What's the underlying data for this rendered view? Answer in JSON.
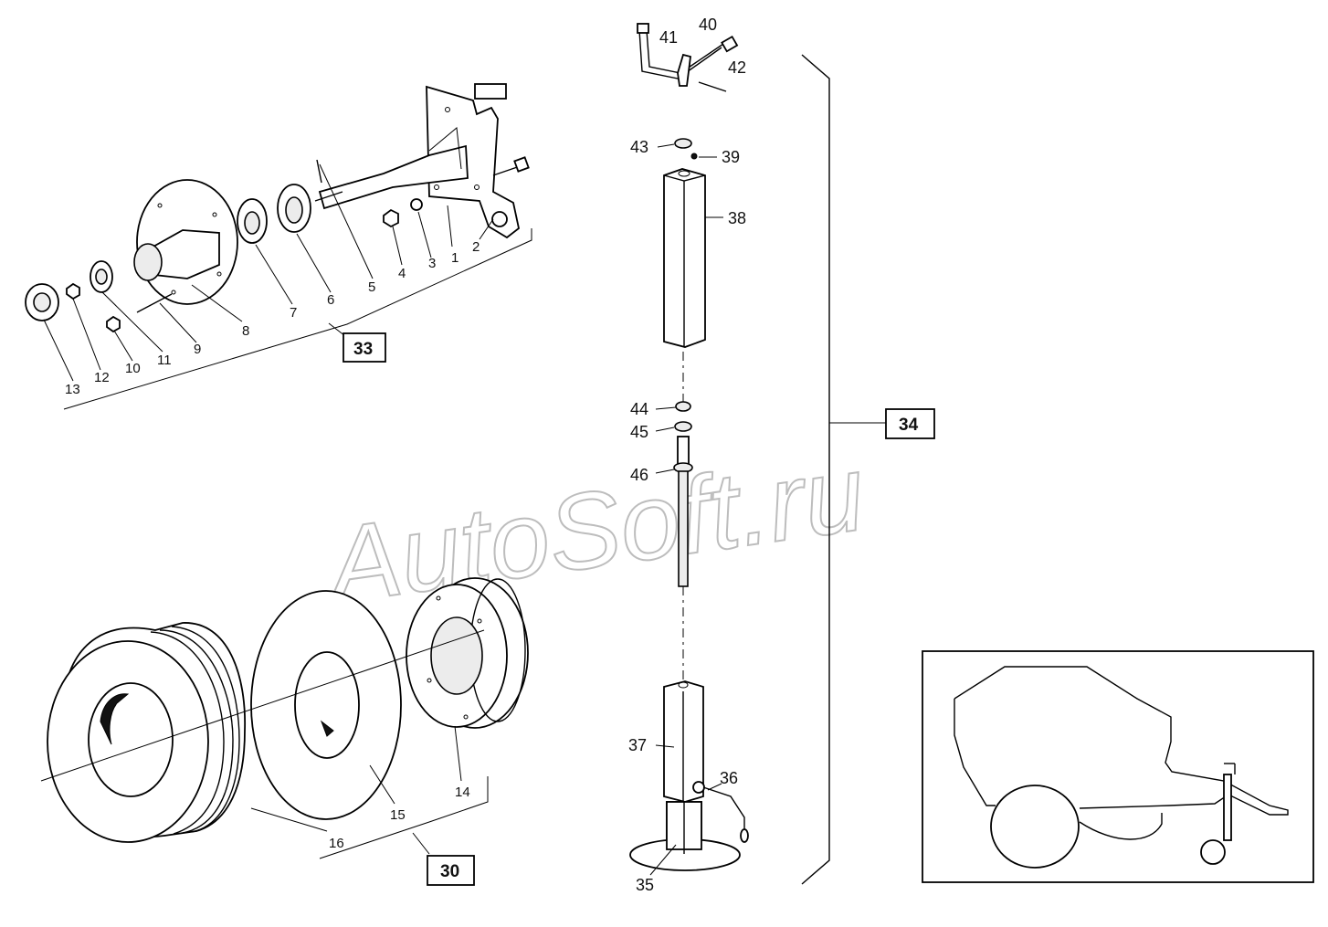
{
  "watermark": "AutoSoft.ru",
  "groups": [
    {
      "id": "33",
      "label": "33"
    },
    {
      "id": "34",
      "label": "34"
    },
    {
      "id": "30",
      "label": "30"
    }
  ],
  "parts": [
    {
      "n": "1",
      "label": "1"
    },
    {
      "n": "2",
      "label": "2"
    },
    {
      "n": "3",
      "label": "3"
    },
    {
      "n": "4",
      "label": "4"
    },
    {
      "n": "5",
      "label": "5"
    },
    {
      "n": "6",
      "label": "6"
    },
    {
      "n": "7",
      "label": "7"
    },
    {
      "n": "8",
      "label": "8"
    },
    {
      "n": "9",
      "label": "9"
    },
    {
      "n": "10",
      "label": "10"
    },
    {
      "n": "11",
      "label": "11"
    },
    {
      "n": "12",
      "label": "12"
    },
    {
      "n": "13",
      "label": "13"
    },
    {
      "n": "14",
      "label": "14"
    },
    {
      "n": "15",
      "label": "15"
    },
    {
      "n": "16",
      "label": "16"
    },
    {
      "n": "35",
      "label": "35"
    },
    {
      "n": "36",
      "label": "36"
    },
    {
      "n": "37",
      "label": "37"
    },
    {
      "n": "38",
      "label": "38"
    },
    {
      "n": "39",
      "label": "39"
    },
    {
      "n": "40",
      "label": "40"
    },
    {
      "n": "41",
      "label": "41"
    },
    {
      "n": "42",
      "label": "42"
    },
    {
      "n": "43",
      "label": "43"
    },
    {
      "n": "44",
      "label": "44"
    },
    {
      "n": "45",
      "label": "45"
    },
    {
      "n": "46",
      "label": "46"
    }
  ]
}
